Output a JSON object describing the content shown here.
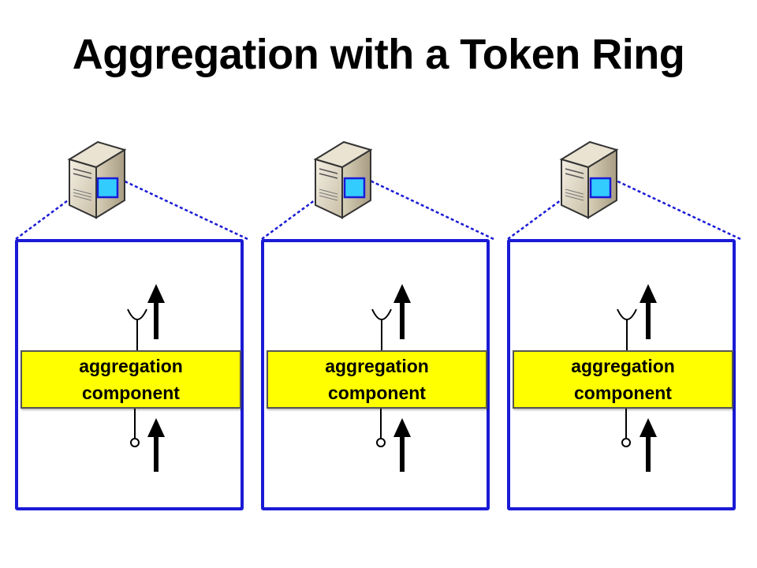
{
  "title": "Aggregation with a Token Ring",
  "colors": {
    "panel_border": "#1a1ad6",
    "component_fill": "#ffff00",
    "connector_dashed": "#1a1ad6",
    "server_marker": "#33ccff",
    "arrows": "#000000"
  },
  "nodes": [
    {
      "server_icon": "server-icon",
      "component_label_line1": "aggregation",
      "component_label_line2": "component"
    },
    {
      "server_icon": "server-icon",
      "component_label_line1": "aggregation",
      "component_label_line2": "component"
    },
    {
      "server_icon": "server-icon",
      "component_label_line1": "aggregation",
      "component_label_line2": "component"
    }
  ]
}
